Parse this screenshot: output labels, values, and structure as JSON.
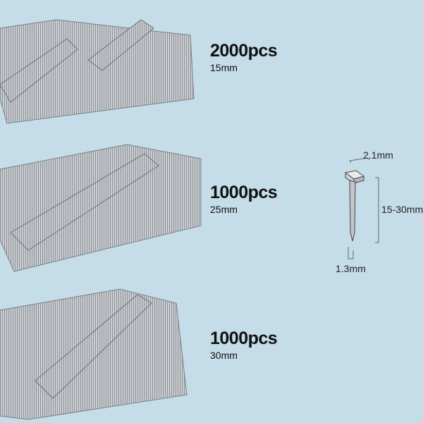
{
  "products": [
    {
      "count": "2000pcs",
      "length": "15mm"
    },
    {
      "count": "1000pcs",
      "length": "25mm"
    },
    {
      "count": "1000pcs",
      "length": "30mm"
    }
  ],
  "nail_diagram": {
    "head_width": "2.1mm",
    "length_range": "15-30mm",
    "shank_width": "1.3mm"
  },
  "colors": {
    "background": "#c4dde9",
    "steel": "#b8bcc0"
  }
}
